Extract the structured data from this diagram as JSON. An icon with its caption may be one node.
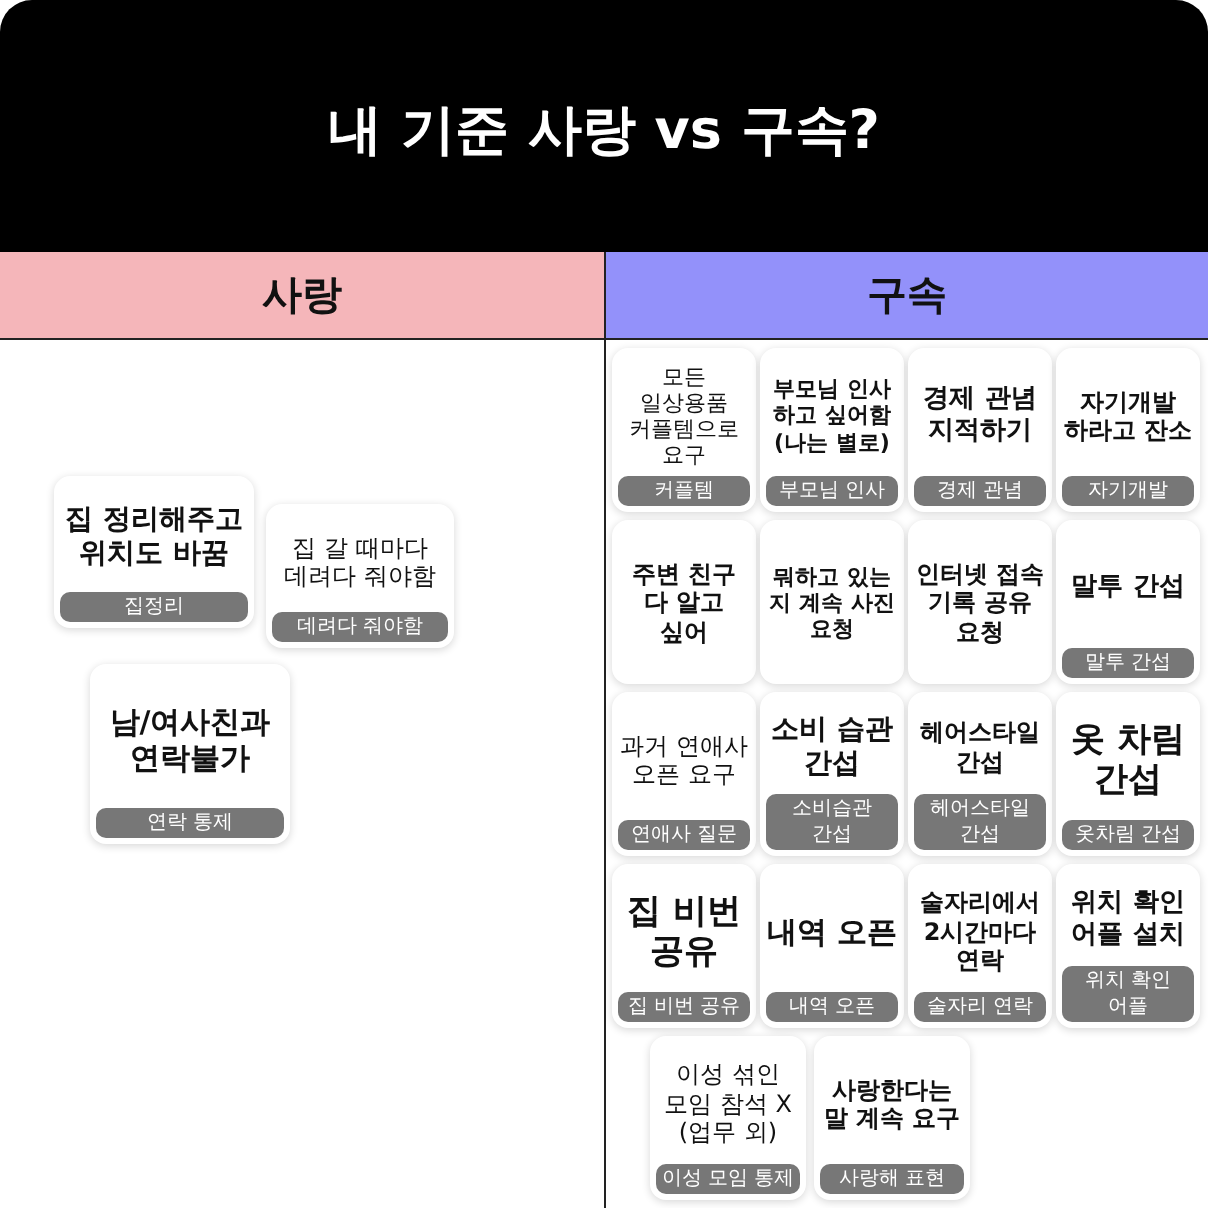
{
  "diagram": {
    "title": "내 기준 사랑 vs 구속?",
    "nodes": [
      {
        "text": [
          "사랑"
        ]
      },
      {
        "text": [
          "집 정리해주고 위치도 바꿈",
          "집정리"
        ],
        "in": 0
      },
      {
        "text": [
          "집 갈 때마다 데려다 줘야함",
          "데려다 줘야함"
        ],
        "in": 0
      },
      {
        "text": [
          "남/여사친과 연락불가",
          "연락 통제"
        ],
        "in": 0
      },
      {
        "text": [
          "구속"
        ]
      },
      {
        "text": [
          "모든 일상용품 커플템으로 요구",
          "커플템"
        ],
        "in": 4
      },
      {
        "text": [
          "부모님 인사 하고 싶어함 (나는 별로)",
          "부모님 인사"
        ],
        "in": 4
      },
      {
        "text": [
          "경제 관념 지적하기",
          "경제 관념"
        ],
        "in": 4
      },
      {
        "text": [
          "자기개발 하라고 잔소",
          "자기개발"
        ],
        "in": 4
      },
      {
        "text": [
          "주변 친구 다 알고 싶어"
        ],
        "in": 4
      },
      {
        "text": [
          "뭐하고 있는 지 계속 사진 요청"
        ],
        "in": 4
      },
      {
        "text": [
          "인터넷 접속 기록 공유 요청"
        ],
        "in": 4
      },
      {
        "text": [
          "말투 간섭",
          "말투 간섭"
        ],
        "in": 4
      },
      {
        "text": [
          "과거 연애사 오픈 요구",
          "연애사 질문"
        ],
        "in": 4
      },
      {
        "text": [
          "소비 습관 간섭",
          "소비습관 간섭"
        ],
        "in": 4
      },
      {
        "text": [
          "헤어스타일 간섭",
          "헤어스타일 간섭"
        ],
        "in": 4
      },
      {
        "text": [
          "옷 차림 간섭",
          "옷차림 간섭"
        ],
        "in": 4
      },
      {
        "text": [
          "집 비번 공유",
          "집 비번 공유"
        ],
        "in": 4
      },
      {
        "text": [
          "내역 오픈",
          "내역 오픈"
        ],
        "in": 4
      },
      {
        "text": [
          "술자리에서 2시간마다 연락",
          "술자리 연락"
        ],
        "in": 4
      },
      {
        "text": [
          "위치 확인 어플 설치",
          "위치 확인 어플"
        ],
        "in": 4
      },
      {
        "text": [
          "이성 섞인 모임 참석 X (업무 외)",
          "이성 모임 통제"
        ],
        "in": 4
      },
      {
        "text": [
          "사랑한다는 말 계속 요구",
          "사랑해 표현"
        ],
        "in": 4
      }
    ]
  }
}
